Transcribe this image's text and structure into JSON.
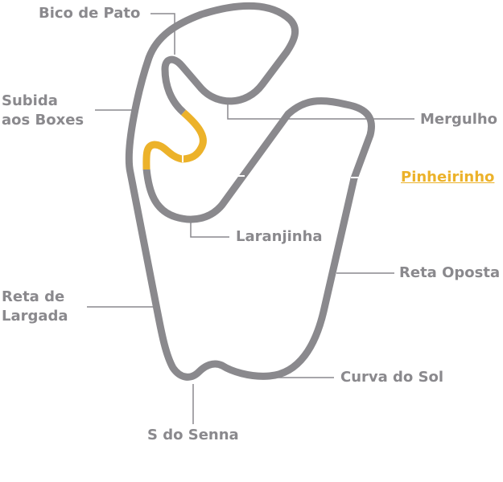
{
  "title": "Interlagos circuit map",
  "colors": {
    "track": "#8a898d",
    "highlight": "#ecb22a"
  },
  "highlighted_corner": "Pinheirinho",
  "labels": {
    "bico_de_pato": "Bico de Pato",
    "subida_1": "Subida",
    "subida_2": "aos Boxes",
    "mergulho": "Mergulho",
    "pinheirinho": "Pinheirinho",
    "laranjinha": "Laranjinha",
    "reta_oposta": "Reta Oposta",
    "reta_largada_1": "Reta de",
    "reta_largada_2": "Largada",
    "curva_do_sol": "Curva do Sol",
    "s_do_senna": "S do Senna"
  }
}
